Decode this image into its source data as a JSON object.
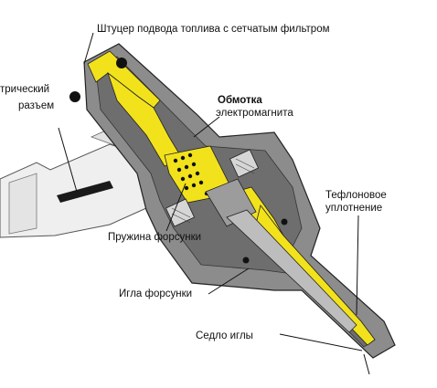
{
  "labels": {
    "fuel_inlet": "Штуцер подвода топлива с сетчатым фильтром",
    "connector_line1": "трический",
    "connector_line2": "разъем",
    "coil_line1": "Обмотка",
    "coil_line2": "электромагнита",
    "teflon_line1": "Тефлоновое",
    "teflon_line2": "уплотнение",
    "spring": "Пружина форсунки",
    "needle": "Игла форсунки",
    "seat": "Седло иглы"
  },
  "colors": {
    "fuel_yellow": "#f2e21c",
    "body_gray": "#8a8a8a",
    "dark_gray": "#555555",
    "light_gray": "#d6d6d6",
    "outline": "#222222"
  }
}
